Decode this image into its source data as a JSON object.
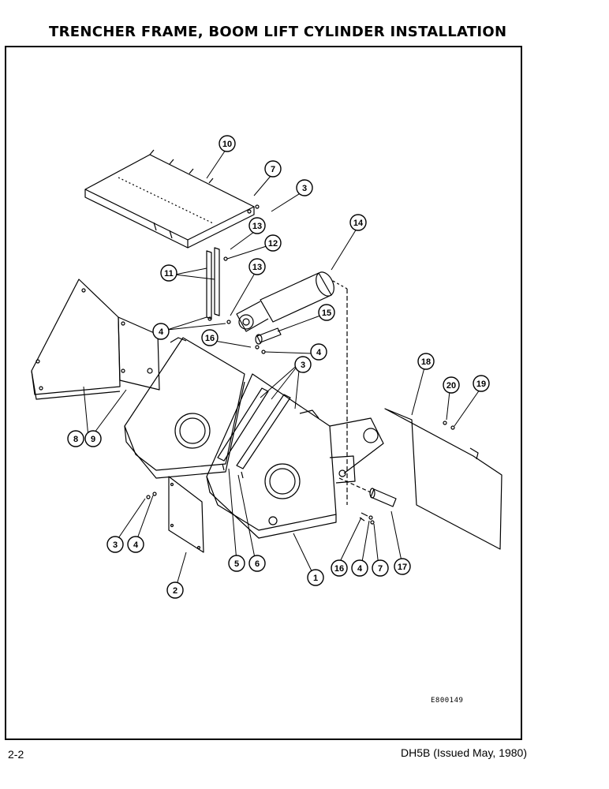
{
  "page": {
    "title": "TRENCHER FRAME, BOOM LIFT CYLINDER INSTALLATION",
    "page_number": "2-2",
    "document_id": "DH5B (Issued May, 1980)",
    "drawing_code": "E800149"
  },
  "callouts": [
    {
      "id": "c10a",
      "label": "10"
    },
    {
      "id": "c7a",
      "label": "7"
    },
    {
      "id": "c3a",
      "label": "3"
    },
    {
      "id": "c14",
      "label": "14"
    },
    {
      "id": "c13a",
      "label": "13"
    },
    {
      "id": "c12",
      "label": "12"
    },
    {
      "id": "c11",
      "label": "11"
    },
    {
      "id": "c13b",
      "label": "13"
    },
    {
      "id": "c4a",
      "label": "4"
    },
    {
      "id": "c15",
      "label": "15"
    },
    {
      "id": "c16a",
      "label": "16"
    },
    {
      "id": "c4b",
      "label": "4"
    },
    {
      "id": "c3b",
      "label": "3"
    },
    {
      "id": "c18",
      "label": "18"
    },
    {
      "id": "c20",
      "label": "20"
    },
    {
      "id": "c19",
      "label": "19"
    },
    {
      "id": "c8",
      "label": "8"
    },
    {
      "id": "c9",
      "label": "9"
    },
    {
      "id": "c3c",
      "label": "3"
    },
    {
      "id": "c4c",
      "label": "4"
    },
    {
      "id": "c2",
      "label": "2"
    },
    {
      "id": "c5",
      "label": "5"
    },
    {
      "id": "c6",
      "label": "6"
    },
    {
      "id": "c1",
      "label": "1"
    },
    {
      "id": "c16b",
      "label": "16"
    },
    {
      "id": "c4d",
      "label": "4"
    },
    {
      "id": "c7b",
      "label": "7"
    },
    {
      "id": "c17",
      "label": "17"
    }
  ]
}
